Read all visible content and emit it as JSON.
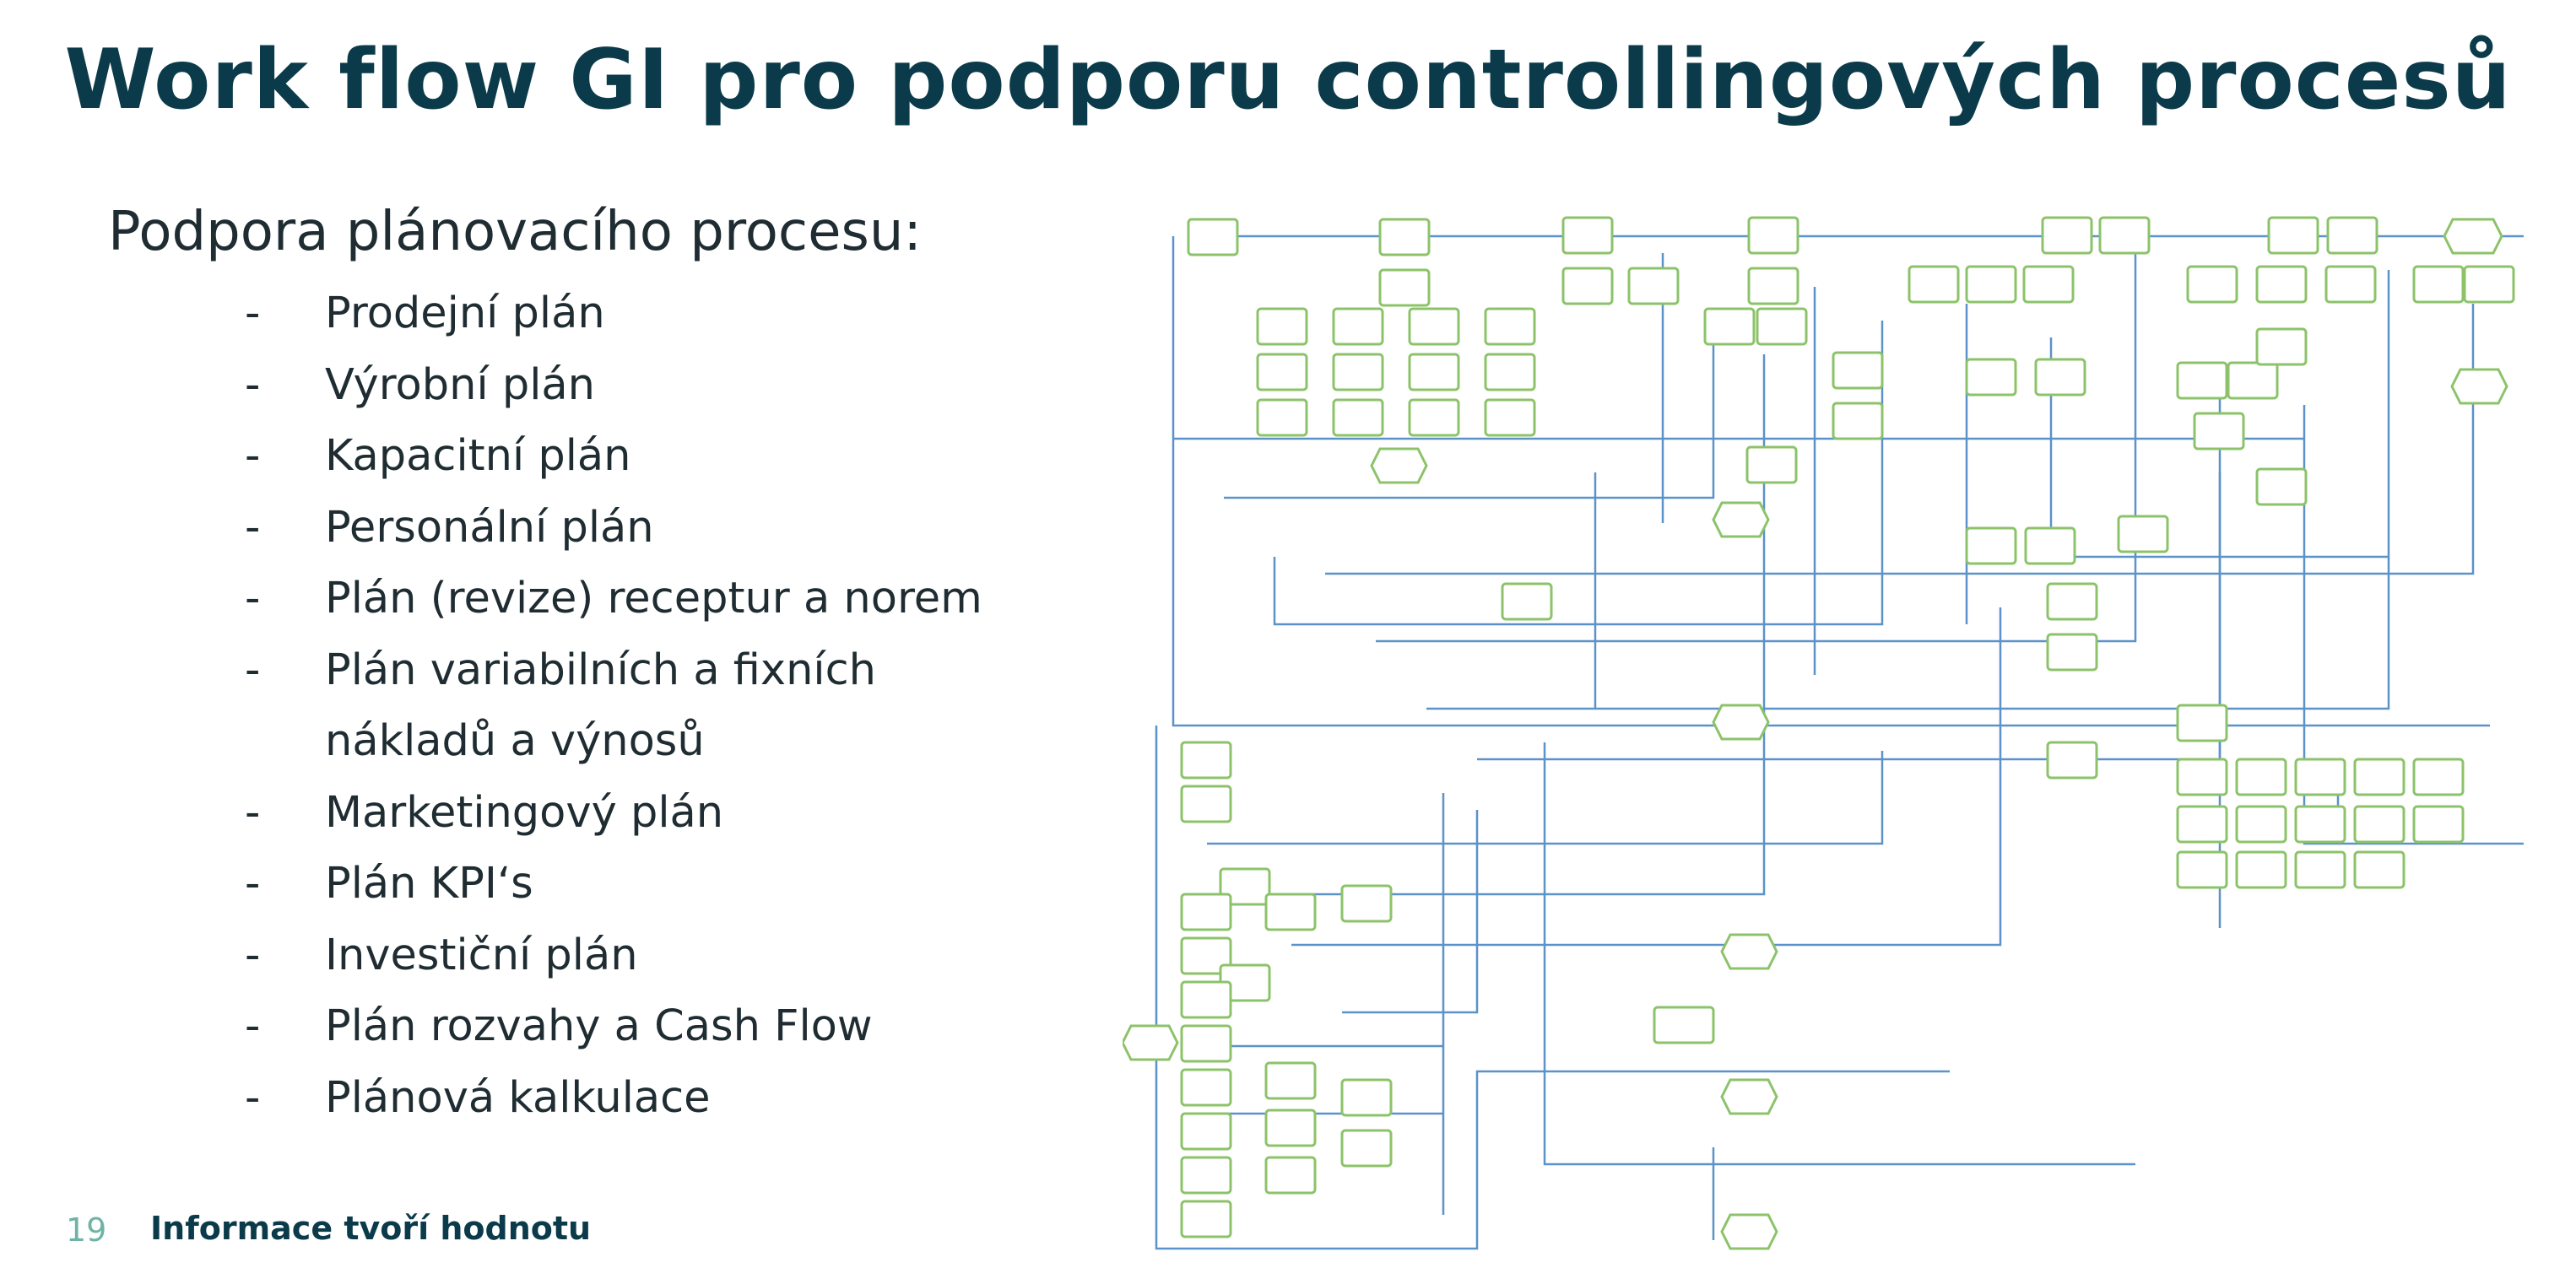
{
  "slide": {
    "title": "Work flow GI pro podporu controllingových procesů",
    "subtitle": "Podpora plánovacího procesu:",
    "bullets": [
      "Prodejní plán",
      "Výrobní plán",
      "Kapacitní plán",
      "Personální plán",
      "Plán (revize)  receptur a norem",
      "Plán variabilních a fixních",
      "Marketingový plán",
      "Plán KPI‘s",
      "Investiční plán",
      "Plán rozvahy a Cash Flow",
      "Plánová kalkulace"
    ],
    "bullet_continuation": "nákladů a výnosů",
    "bullet_dash": "-",
    "page_number": "19",
    "footer": "Informace tvoří hodnotu"
  },
  "colors": {
    "title": "#0b3b4a",
    "text": "#1f2d33",
    "page_number": "#6fb3a6",
    "node_border": "#8cc36a",
    "connector": "#5b92c9"
  }
}
